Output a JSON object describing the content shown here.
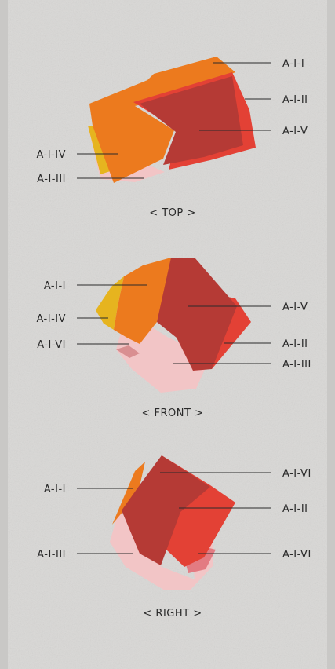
{
  "colors": {
    "background": "#d9d8d6",
    "orange": "#ec7a1e",
    "red": "#e34135",
    "dark_red": "#b53a35",
    "pink": "#f2c5c6",
    "yellow": "#e6b41f",
    "text": "#2a2a2a"
  },
  "top_view": {
    "caption": "< TOP >",
    "labels": [
      "A-I-I",
      "A-I-II",
      "A-I-V",
      "A-I-IV",
      "A-I-III"
    ]
  },
  "front_view": {
    "caption": "< FRONT >",
    "labels": [
      "A-I-I",
      "A-I-V",
      "A-I-IV",
      "A-I-VI",
      "A-I-II",
      "A-I-III"
    ]
  },
  "right_view": {
    "caption": "< RIGHT >",
    "labels": [
      "A-I-VI",
      "A-I-I",
      "A-I-II",
      "A-I-III",
      "A-I-VI"
    ]
  }
}
